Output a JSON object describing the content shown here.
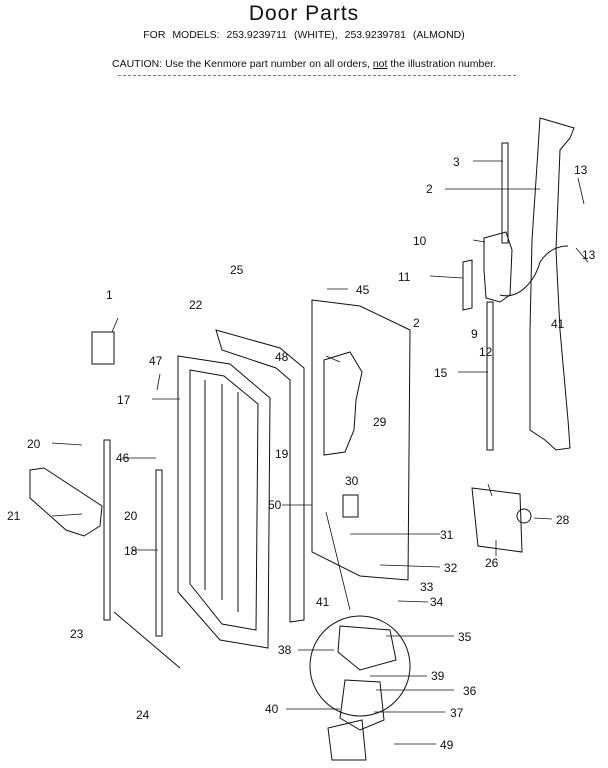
{
  "header": {
    "title": "Door Parts",
    "models_line": "FOR MODELS:  253.9239711  (WHITE), 253.9239781  (ALMOND)",
    "caution_prefix": "CAUTION:  Use the Kenmore part number on all orders, ",
    "caution_not": "not",
    "caution_suffix": " the illustration number."
  },
  "callouts": {
    "c1": "1",
    "c2a": "2",
    "c2b": "2",
    "c3": "3",
    "c9": "9",
    "c10": "10",
    "c11": "11",
    "c12": "12",
    "c13a": "13",
    "c13b": "13",
    "c15": "15",
    "c17": "17",
    "c18": "18",
    "c19": "19",
    "c20a": "20",
    "c20b": "20",
    "c21": "21",
    "c22": "22",
    "c23": "23",
    "c24": "24",
    "c25": "25",
    "c26": "26",
    "c28": "28",
    "c29": "29",
    "c30": "30",
    "c31": "31",
    "c32": "32",
    "c33": "33",
    "c34": "34",
    "c35": "35",
    "c36": "36",
    "c37": "37",
    "c38": "38",
    "c39": "39",
    "c40": "40",
    "c41a": "41",
    "c41b": "41",
    "c45": "45",
    "c46": "46",
    "c47": "47",
    "c48": "48",
    "c49": "49",
    "c50": "50"
  }
}
